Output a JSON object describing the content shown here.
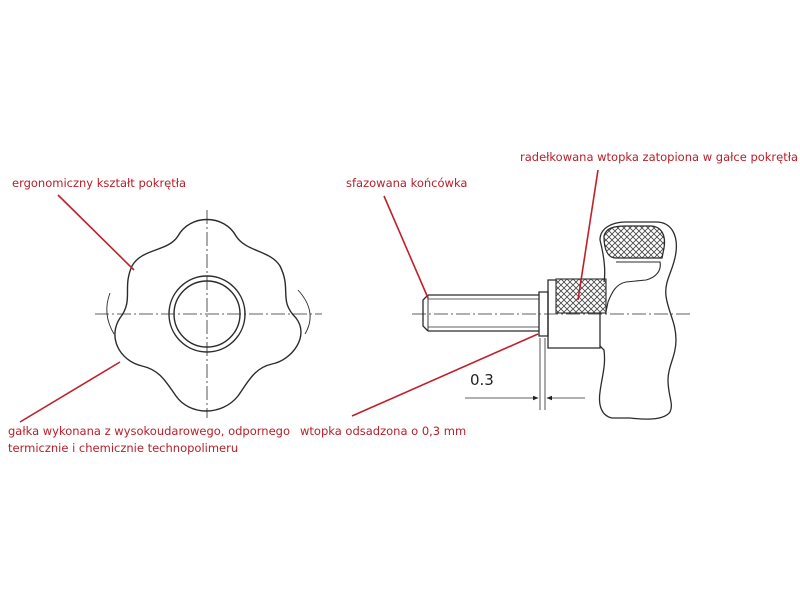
{
  "annotations": {
    "shape": "ergonomiczny kształt pokrętła",
    "material_line1": "gałka wykonana z wysokoudarowego, odpornego",
    "material_line2": "termicznie i chemicznie technopolimeru",
    "chamfer": "sfazowana końcówka",
    "insert": "radełkowana wtopka zatopiona w gałce pokrętła",
    "offset": "wtopka odsadzona o 0,3 mm"
  },
  "dimension": {
    "value": "0.3"
  },
  "colors": {
    "annotation": "#b8202a",
    "drawing": "#2b2b2b",
    "leader": "#c0202a"
  }
}
